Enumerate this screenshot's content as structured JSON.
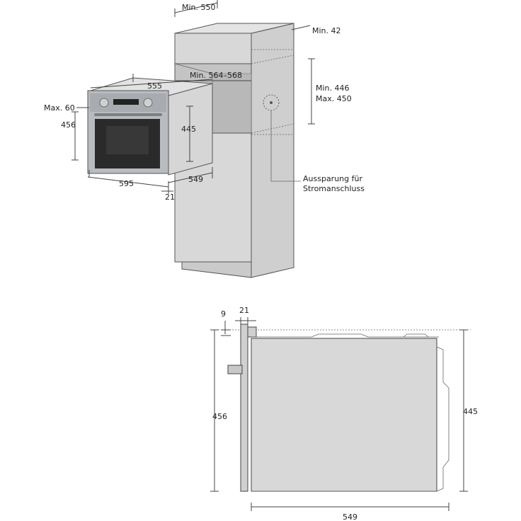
{
  "top_view": {
    "cabinet_width": "Min. 550",
    "cabinet_top_gap": "Min. 42",
    "niche_width": "Min. 564–568",
    "niche_height_min": "Min. 446",
    "niche_height_max": "Max. 450",
    "socket_label_line1": "Aussparung für",
    "socket_label_line2": "Stromanschluss",
    "oven_depth_top": "555",
    "front_overhang": "Max. 60",
    "front_height": "456",
    "body_height": "445",
    "front_width": "595",
    "body_depth": "549",
    "bezel_depth": "21"
  },
  "side_view": {
    "dim_9": "9",
    "dim_21": "21",
    "front_height": "456",
    "body_height": "445",
    "depth": "549"
  },
  "colors": {
    "panel": "#d8d8d8",
    "panel_dark": "#c6c6c6",
    "line": "#444444",
    "oven_steel": "#b8bcc0",
    "oven_glass": "#2a2a2a"
  }
}
